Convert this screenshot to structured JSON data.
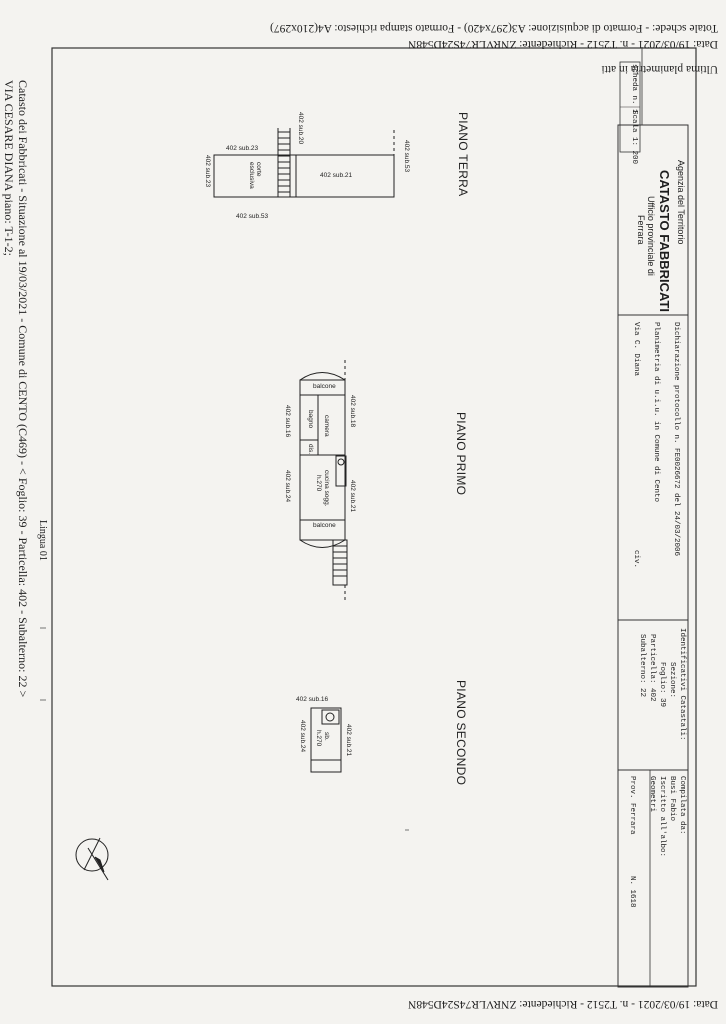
{
  "header": {
    "line1": "Data: 19/03/2021 - n. T2512 - Richiedente: ZNRVLR74S24D548N",
    "line2": "Totale schede: ",
    "line2b": " - Formato di acquisizione: A3(297x420) - Formato stampa richiesto: A4(210x297)",
    "last_plan": "Ultima planimetria in atti"
  },
  "footer": {
    "line1": "Data: 19/03/2021 - n. T2512 - Richiedente: ZNRVLR74S24D548N"
  },
  "margin": {
    "scheda": "scheda n. 1",
    "scala": "Scala 1: 200"
  },
  "agency": {
    "line1": "Agenzia del Territorio",
    "line2": "CATASTO FABBRICATI",
    "line3": "Ufficio provinciale di",
    "line4": "Ferrara"
  },
  "declaration": {
    "l1": "Dichiarazione protocollo n.   FE0026672 del   24/03/2006",
    "l2": "Planimetria di u.i.u. in Comune di Cento",
    "l3": "Via C. Diana",
    "civ": "civ."
  },
  "identifiers": {
    "t": "Identificativi Catastali:",
    "sezione": "Sezione:",
    "foglio": "Foglio: 39",
    "particella": "Particella: 402",
    "subalterno": "Subalterno: 22"
  },
  "compiled": {
    "t": "Compilata da:",
    "name": "Busi Fabio",
    "iscritto": "Iscritto all'albo:",
    "geometri": "Geometri",
    "prov": "Prov. Ferrara",
    "num": "N.  1618"
  },
  "side_note": {
    "line1": "Catasto dei Fabbricati - Situazione al 19/03/2021 - Comune di CENTO (C469) - < Foglio: 39 - Particella: 402 - Subalterno: 22 >",
    "line2": "VIA CESARE DIANA piano: T-1-2;",
    "tab": "Lingua 01"
  },
  "floors": {
    "terra": "PIANO TERRA",
    "primo": "PIANO PRIMO",
    "secondo": "PIANO SECONDO"
  },
  "plan_terra": {
    "sub20": "402 sub.20",
    "sub23a": "402 sub.23",
    "sub23b": "402 sub.23",
    "corte": "corte",
    "esclusiva": "esclusiva",
    "sub21": "402 sub.21",
    "sub53a": "402 sub.53",
    "sub53b": "402 sub.53"
  },
  "plan_primo": {
    "balcone1": "balcone",
    "balcone2": "balcone",
    "sub18": "402 sub.18",
    "sub21": "402 sub.21",
    "sub16": "402 sub.16",
    "sub24": "402 sub.24",
    "camera": "camera",
    "bagno": "bagno",
    "dis": "dis.",
    "cucina": "cucina sogg.",
    "h270": "h.270"
  },
  "plan_secondo": {
    "sub16": "402 sub.16",
    "sub21": "402 sub.21",
    "sub24": "402 sub.24",
    "sb": "sb.",
    "h270": "h.270"
  }
}
